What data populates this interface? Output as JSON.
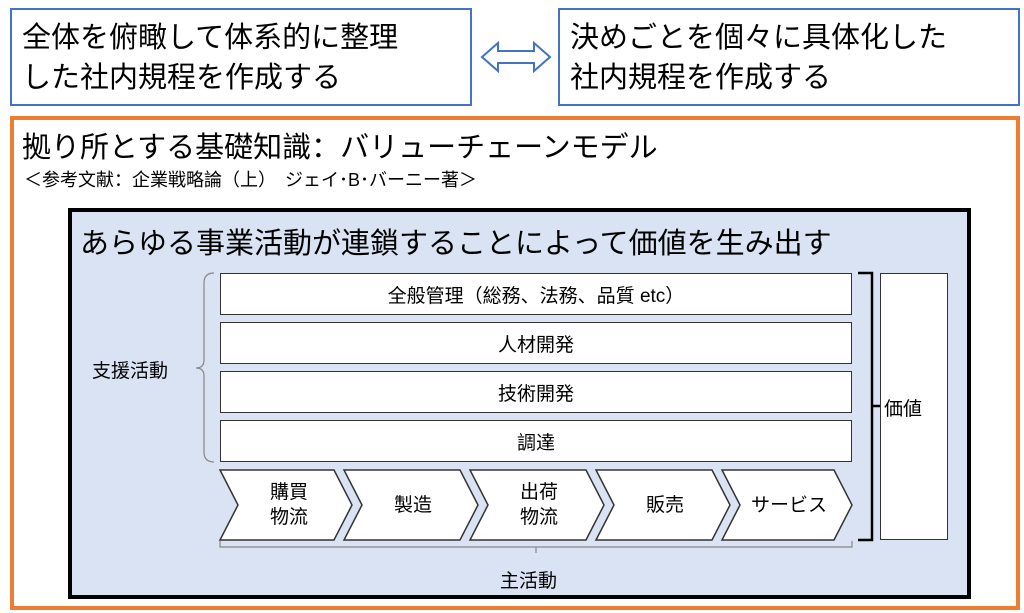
{
  "header": {
    "left_box": [
      "全体を俯瞰して体系的に整理",
      "した社内規程を作成する"
    ],
    "right_box": [
      "決めごとを個々に具体化した",
      "社内規程を作成する"
    ]
  },
  "foundation": {
    "title": "拠り所とする基礎知識：バリューチェーンモデル",
    "reference": "＜参考文献：企業戦略論（上）　ジェイ･B･バーニー著＞"
  },
  "value_chain": {
    "title": "あらゆる事業活動が連鎖することによって価値を生み出す",
    "support_label": "支援活動",
    "support_activities": [
      "全般管理（総務、法務、品質 etc）",
      "人材開発",
      "技術開発",
      "調達"
    ],
    "primary_label": "主活動",
    "primary_activities": [
      [
        "購買",
        "物流"
      ],
      [
        "製造"
      ],
      [
        "出荷",
        "物流"
      ],
      [
        "販売"
      ],
      [
        "サービス"
      ]
    ],
    "value_label": "価値"
  },
  "colors": {
    "blue": "#4472c4",
    "orange": "#ed7d31",
    "panel": "#dae3f3"
  }
}
